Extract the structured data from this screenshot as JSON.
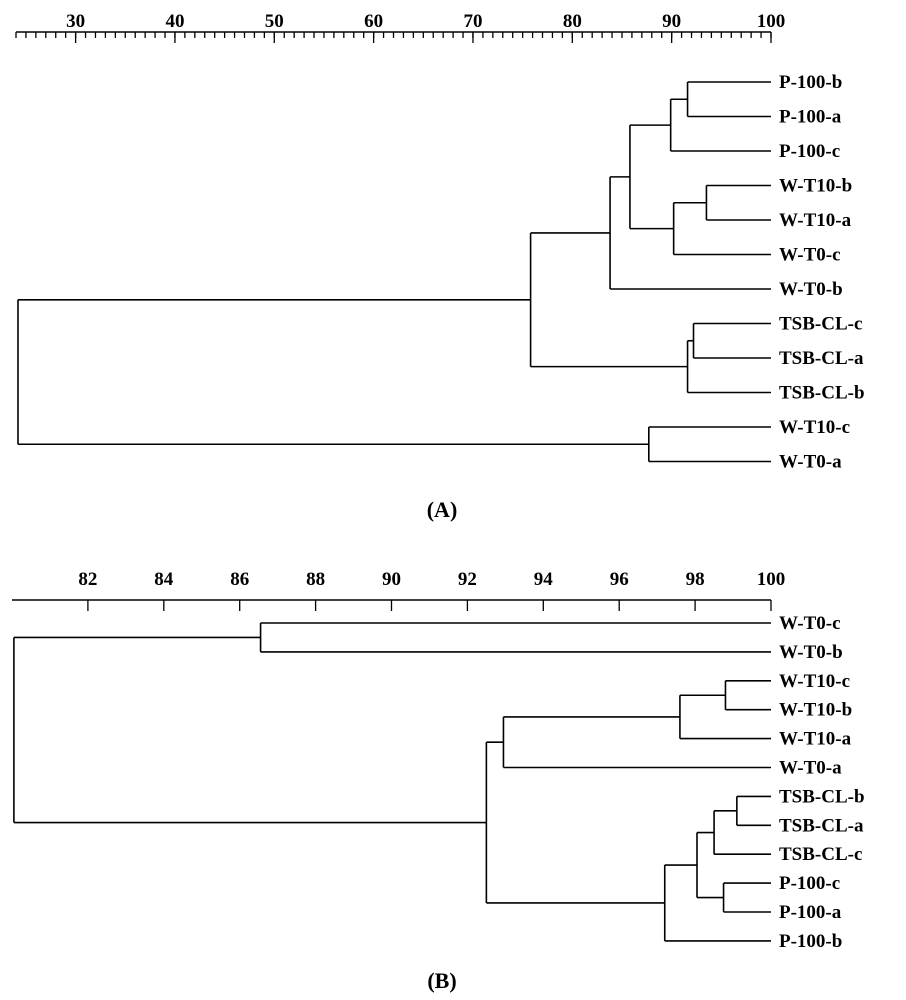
{
  "panels": [
    {
      "id": "A",
      "label_text": "A",
      "axis": {
        "min": 24,
        "max": 100,
        "tick_labels": [
          30,
          40,
          50,
          60,
          70,
          80,
          90,
          100
        ],
        "minor_step": 1
      },
      "leaves": [
        "P-100-b",
        "P-100-a",
        "P-100-c",
        "W-T10-b",
        "W-T10-a",
        "W-T0-c",
        "W-T0-b",
        "TSB-CL-c",
        "TSB-CL-a",
        "TSB-CL-b",
        "W-T10-c",
        "W-T0-a"
      ],
      "tree": {
        "sim": 24.2,
        "children": [
          {
            "sim": 75.8,
            "children": [
              {
                "sim": 83.8,
                "children": [
                  {
                    "sim": 85.8,
                    "children": [
                      {
                        "sim": 89.9,
                        "children": [
                          {
                            "sim": 91.6,
                            "children": [
                              {
                                "leaf": 0
                              },
                              {
                                "leaf": 1
                              }
                            ]
                          },
                          {
                            "leaf": 2
                          }
                        ]
                      },
                      {
                        "sim": 90.2,
                        "children": [
                          {
                            "sim": 93.5,
                            "children": [
                              {
                                "leaf": 3
                              },
                              {
                                "leaf": 4
                              }
                            ]
                          },
                          {
                            "leaf": 5
                          }
                        ]
                      }
                    ]
                  },
                  {
                    "leaf": 6
                  }
                ]
              },
              {
                "sim": 91.6,
                "children": [
                  {
                    "sim": 92.2,
                    "children": [
                      {
                        "leaf": 7
                      },
                      {
                        "leaf": 8
                      }
                    ]
                  },
                  {
                    "leaf": 9
                  }
                ]
              }
            ]
          },
          {
            "sim": 87.7,
            "children": [
              {
                "leaf": 10
              },
              {
                "leaf": 11
              }
            ]
          }
        ]
      }
    },
    {
      "id": "B",
      "label_text": "B",
      "axis": {
        "min": 80,
        "max": 100,
        "tick_labels": [
          82,
          84,
          86,
          88,
          90,
          92,
          94,
          96,
          98,
          100
        ],
        "minor_step": 2
      },
      "leaves": [
        "W-T0-c",
        "W-T0-b",
        "W-T10-c",
        "W-T10-b",
        "W-T10-a",
        "W-T0-a",
        "TSB-CL-b",
        "TSB-CL-a",
        "TSB-CL-c",
        "P-100-c",
        "P-100-a",
        "P-100-b"
      ],
      "tree": {
        "sim": 80.05,
        "children": [
          {
            "sim": 86.55,
            "children": [
              {
                "leaf": 0
              },
              {
                "leaf": 1
              }
            ]
          },
          {
            "sim": 92.5,
            "children": [
              {
                "sim": 92.95,
                "children": [
                  {
                    "sim": 97.6,
                    "children": [
                      {
                        "sim": 98.8,
                        "children": [
                          {
                            "leaf": 2
                          },
                          {
                            "leaf": 3
                          }
                        ]
                      },
                      {
                        "leaf": 4
                      }
                    ]
                  },
                  {
                    "leaf": 5
                  }
                ]
              },
              {
                "sim": 97.2,
                "children": [
                  {
                    "sim": 98.05,
                    "children": [
                      {
                        "sim": 98.5,
                        "children": [
                          {
                            "sim": 99.1,
                            "children": [
                              {
                                "leaf": 6
                              },
                              {
                                "leaf": 7
                              }
                            ]
                          },
                          {
                            "leaf": 8
                          }
                        ]
                      },
                      {
                        "sim": 98.75,
                        "children": [
                          {
                            "leaf": 9
                          },
                          {
                            "leaf": 10
                          }
                        ]
                      }
                    ]
                  },
                  {
                    "leaf": 11
                  }
                ]
              }
            ]
          }
        ]
      }
    }
  ]
}
